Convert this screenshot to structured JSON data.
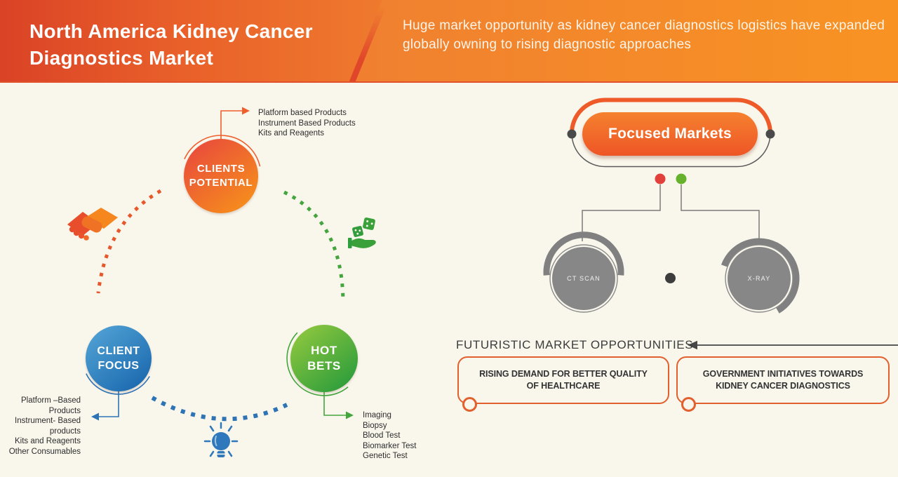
{
  "header": {
    "title": "North America Kidney Cancer Diagnostics Market",
    "subtitle": "Huge market opportunity as kidney cancer diagnostics logistics have expanded globally owning to rising diagnostic approaches"
  },
  "left_diagram": {
    "clients_potential": {
      "label": "CLIENTS POTENTIAL",
      "products": [
        "Platform based Products",
        "Instrument Based Products",
        "Kits and Reagents"
      ]
    },
    "client_focus": {
      "label": "CLIENT FOCUS",
      "products": [
        "Platform –Based Products",
        "Instrument- Based products",
        "Kits and Reagents",
        "Other Consumables"
      ]
    },
    "hot_bets": {
      "label": "HOT BETS",
      "tests": [
        "Imaging",
        "Biopsy",
        "Blood Test",
        "Biomarker Test",
        "Genetic Test"
      ]
    },
    "icons": [
      "handshake-icon",
      "dice-hand-icon",
      "bulb-icon"
    ]
  },
  "right_diagram": {
    "focused_markets": {
      "label": "Focused Markets",
      "nodes": [
        {
          "label": "CT SCAN"
        },
        {
          "label": "X-RAY"
        }
      ]
    },
    "opportunities": {
      "heading": "FUTURISTIC MARKET OPPORTUNITIES",
      "items": [
        "RISING DEMAND FOR BETTER QUALITY OF HEALTHCARE",
        "GOVERNMENT INITIATIVES TOWARDS KIDNEY CANCER DIAGNOSTICS"
      ]
    }
  },
  "colors": {
    "background": "#f9f6ec",
    "header_gradient_left": "#da4326",
    "header_gradient_right": "#f89323",
    "accent_orange": "#ee5a26",
    "accent_blue": "#2e74b5",
    "accent_green": "#3fa33c",
    "node_gray": "#878787",
    "dot_red": "#e2403a",
    "dot_green": "#67b22c"
  }
}
